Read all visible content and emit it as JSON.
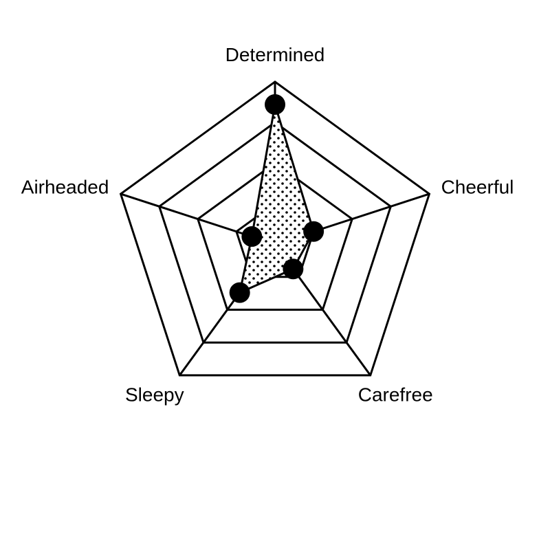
{
  "chart_data": {
    "type": "radar",
    "title": "",
    "axes": [
      "Determined",
      "Cheerful",
      "Carefree",
      "Sleepy",
      "Airheaded"
    ],
    "series": [
      {
        "values": [
          0.86,
          0.25,
          0.19,
          0.37,
          0.15
        ]
      }
    ],
    "range": [
      0,
      1
    ],
    "rings": 4,
    "fill_pattern": "dots",
    "colors": {
      "line": "#000000",
      "marker": "#000000",
      "background": "#ffffff"
    }
  }
}
